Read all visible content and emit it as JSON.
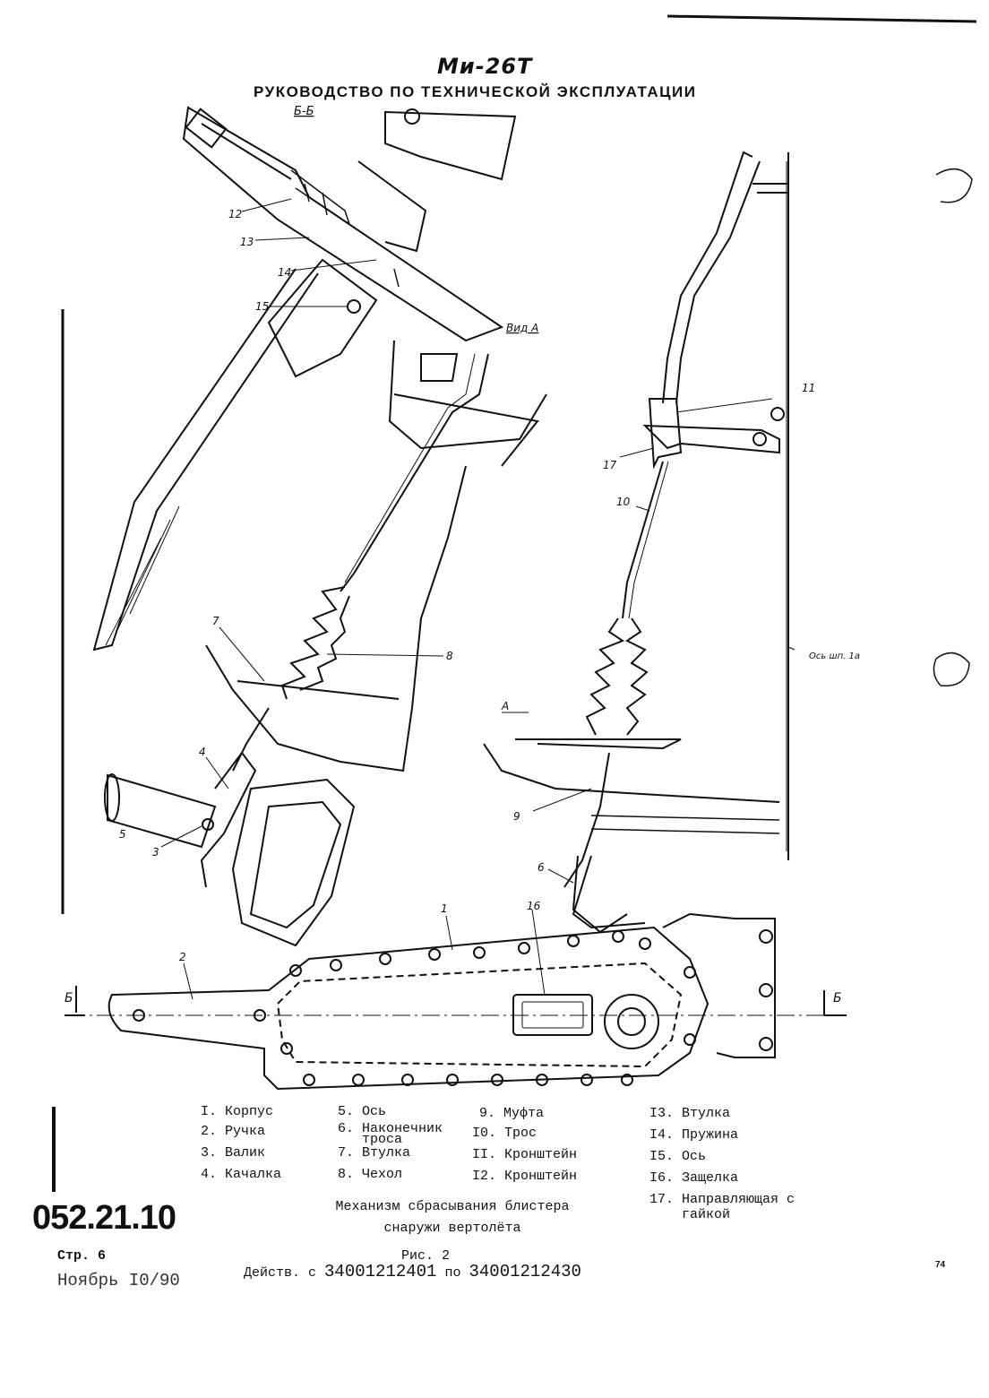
{
  "header": {
    "model": "Ми-26Т",
    "title": "РУКОВОДСТВО ПО ТЕХНИЧЕСКОЙ ЭКСПЛУАТАЦИИ"
  },
  "figure": {
    "view_labels": [
      "Б-Б",
      "Вид А"
    ],
    "section_marks": [
      "Б",
      "Б"
    ],
    "arrow_label": "А",
    "axis_label": "Ось шп. 1а",
    "callouts": [
      "1",
      "2",
      "3",
      "4",
      "5",
      "6",
      "7",
      "8",
      "9",
      "10",
      "11",
      "12",
      "13",
      "14",
      "15",
      "16",
      "17"
    ]
  },
  "legend": [
    {
      "num": "I.",
      "label": "Корпус"
    },
    {
      "num": "2.",
      "label": "Ручка"
    },
    {
      "num": "3.",
      "label": "Валик"
    },
    {
      "num": "4.",
      "label": "Качалка"
    },
    {
      "num": "5.",
      "label": "Ось"
    },
    {
      "num": "6.",
      "label": "Наконечник троса"
    },
    {
      "num": "7.",
      "label": "Втулка"
    },
    {
      "num": "8.",
      "label": "Чехол"
    },
    {
      "num": "9.",
      "label": "Муфта"
    },
    {
      "num": "I0.",
      "label": "Трос"
    },
    {
      "num": "II.",
      "label": "Кронштейн"
    },
    {
      "num": "I2.",
      "label": "Кронштейн"
    },
    {
      "num": "I3.",
      "label": "Втулка"
    },
    {
      "num": "I4.",
      "label": "Пружина"
    },
    {
      "num": "I5.",
      "label": "Ось"
    },
    {
      "num": "I6.",
      "label": "Защелка"
    },
    {
      "num": "17.",
      "label": "Направляющая с гайкой"
    }
  ],
  "caption": {
    "line1": "Механизм сбрасывания блистера",
    "line2": "снаружи вертолёта",
    "figure": "Рис. 2"
  },
  "footer": {
    "doc_number": "052.21.10",
    "page": "Стр. 6",
    "date": "Ноябрь I0/90",
    "validity_prefix": "Действ. с",
    "validity_from": "34001212401",
    "validity_mid": "по",
    "validity_to": "34001212430",
    "page_number": "74"
  }
}
